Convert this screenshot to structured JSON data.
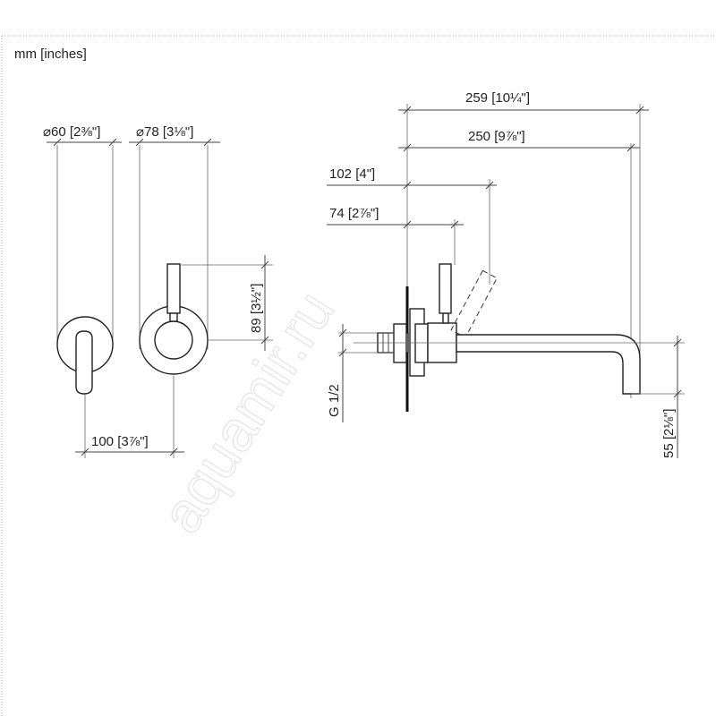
{
  "units_label": "mm  [inches]",
  "watermark": "aquamir.ru",
  "dimensions": {
    "dia_small": "⌀60 [2⅜\"]",
    "dia_large": "⌀78 [3⅛\"]",
    "height_lever": "89 [3½\"]",
    "center_distance": "100 [3⅞\"]",
    "projection_total": "259 [10¼\"]",
    "projection_spout": "250 [9⅞\"]",
    "lever_offset_102": "102 [4\"]",
    "lever_offset_74": "74 [2⅞\"]",
    "thread": "G 1/2",
    "spout_height": "55 [2⅛\"]"
  }
}
